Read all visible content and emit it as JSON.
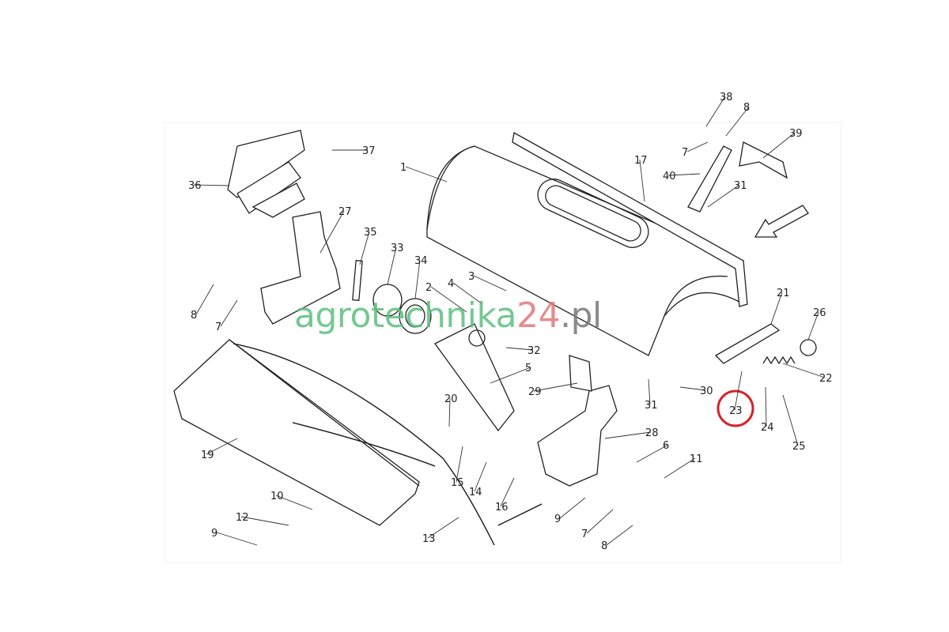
{
  "watermark": {
    "brand": "agrotechnika",
    "number": "24",
    "tld": ".pl",
    "colors": {
      "brand": "#5dbf7f",
      "number": "#e07a7a",
      "tld": "#777777"
    }
  },
  "highlight": {
    "part": "23",
    "color": "#d6232a"
  },
  "parts": [
    "38",
    "8",
    "7",
    "39",
    "40",
    "31",
    "17",
    "1",
    "37",
    "36",
    "27",
    "35",
    "33",
    "34",
    "3",
    "4",
    "2",
    "8",
    "7",
    "32",
    "5",
    "21",
    "26",
    "22",
    "29",
    "31",
    "30",
    "23",
    "24",
    "25",
    "20",
    "28",
    "6",
    "11",
    "19",
    "15",
    "14",
    "16",
    "10",
    "12",
    "9",
    "7",
    "8",
    "9",
    "13"
  ]
}
